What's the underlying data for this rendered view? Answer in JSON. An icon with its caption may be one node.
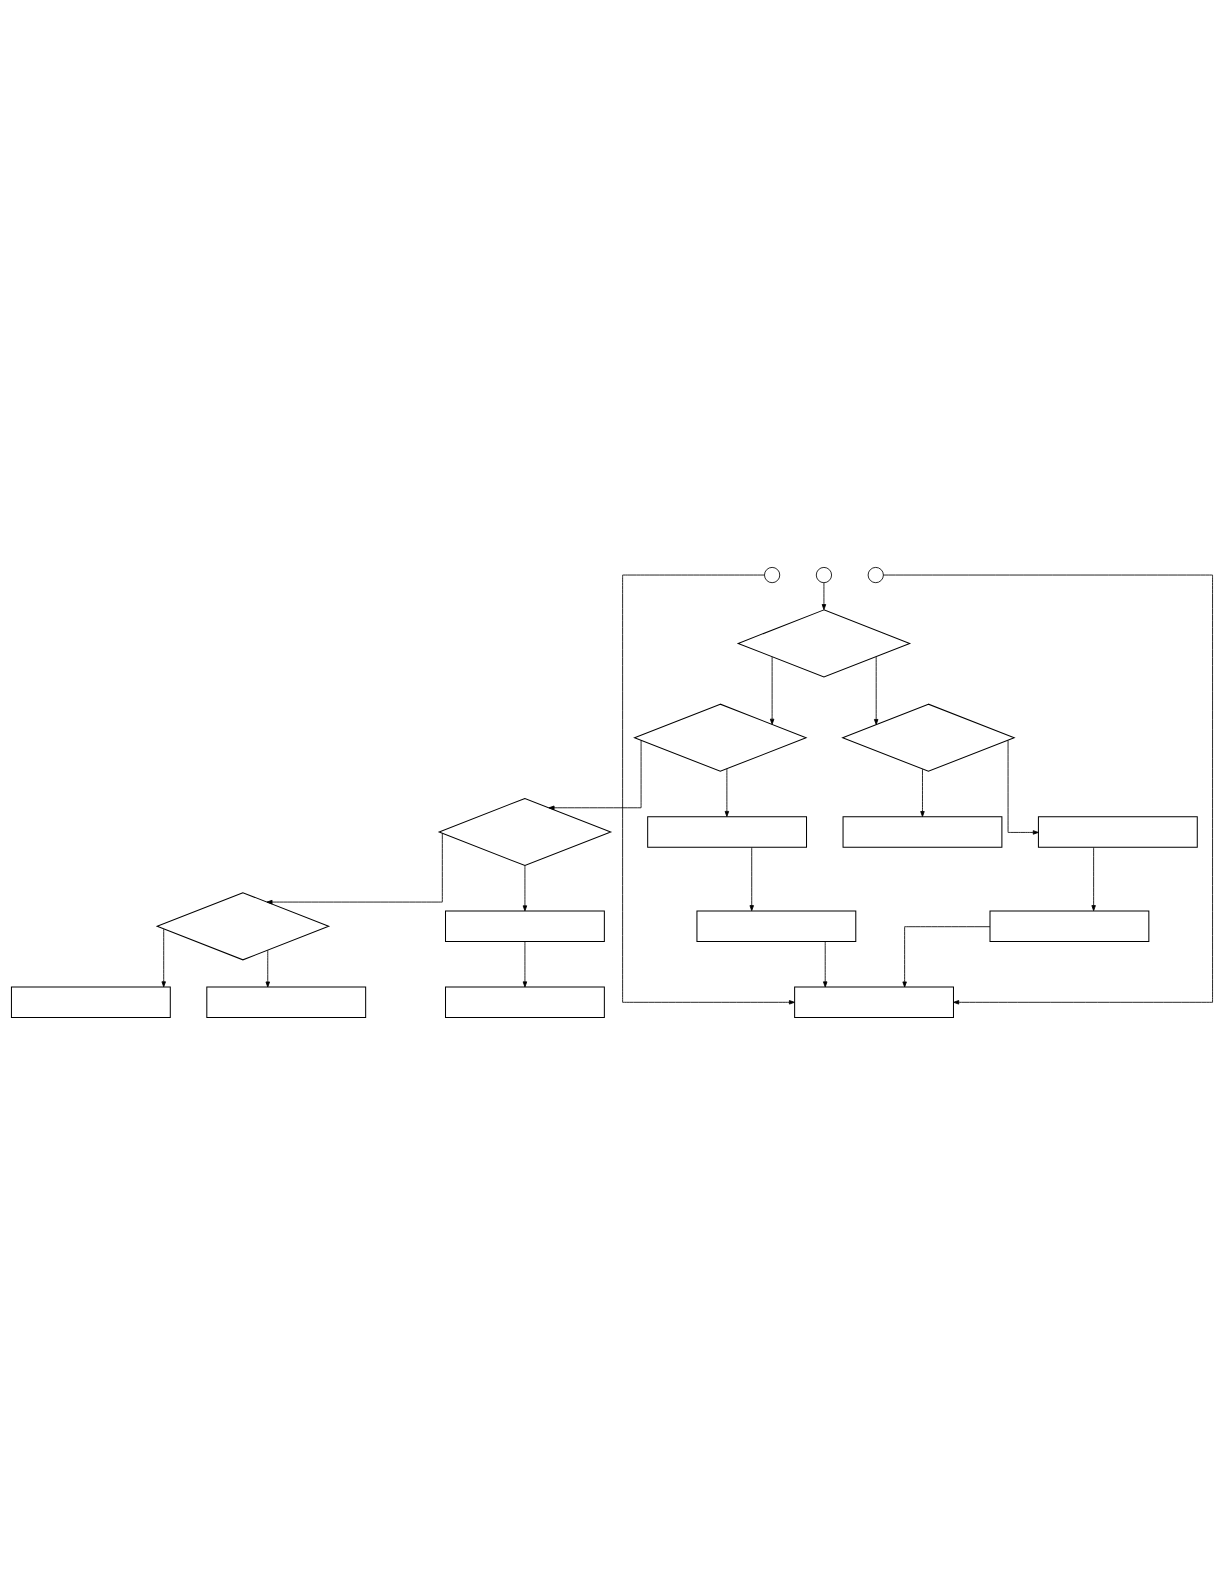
{
  "diagram": {
    "nodes": [
      {
        "text": [],
        "shape": "circle"
      },
      {
        "text": [],
        "shape": "circle"
      },
      {
        "text": [],
        "shape": "circle"
      },
      {
        "text": [],
        "shape": "diamond"
      },
      {
        "text": [],
        "shape": "diamond"
      },
      {
        "text": [],
        "shape": "box"
      },
      {
        "text": [],
        "shape": "box"
      },
      {
        "text": [],
        "shape": "diamond"
      },
      {
        "text": [],
        "shape": "box"
      },
      {
        "text": [],
        "shape": "box"
      },
      {
        "text": [],
        "shape": "diamond"
      },
      {
        "text": [],
        "shape": "box"
      },
      {
        "text": [],
        "shape": "box"
      },
      {
        "text": [],
        "shape": "diamond"
      },
      {
        "text": [],
        "shape": "box"
      },
      {
        "text": [],
        "shape": "box"
      },
      {
        "text": [],
        "shape": "box"
      },
      {
        "text": [],
        "shape": "box"
      }
    ],
    "edges": [
      {
        "from": 1,
        "to": 3,
        "arrow": "to"
      },
      {
        "from": 3,
        "to": 4,
        "arrow": "to"
      },
      {
        "from": 4,
        "to": 5,
        "arrow": "to"
      },
      {
        "from": 5,
        "to": 6,
        "arrow": "to"
      },
      {
        "from": 6,
        "to": 17,
        "arrow": "to"
      },
      {
        "from": 4,
        "to": 7,
        "arrow": "to"
      },
      {
        "from": 7,
        "to": 8,
        "arrow": "to"
      },
      {
        "from": 8,
        "to": 9,
        "arrow": "to"
      },
      {
        "from": 7,
        "to": 10,
        "arrow": "to"
      },
      {
        "from": 10,
        "to": 11,
        "arrow": "to"
      },
      {
        "from": 10,
        "to": 12,
        "arrow": "to"
      },
      {
        "from": 3,
        "to": 13,
        "arrow": "to"
      },
      {
        "from": 13,
        "to": 14,
        "arrow": "to"
      },
      {
        "from": 14,
        "to": 15,
        "arrow": "to"
      },
      {
        "from": 15,
        "to": 17,
        "arrow": "to"
      },
      {
        "from": 13,
        "to": 16,
        "arrow": "to"
      },
      {
        "from": 0,
        "to": 17,
        "arrow": "to"
      },
      {
        "from": 2,
        "to": 17,
        "arrow": "to"
      }
    ]
  }
}
